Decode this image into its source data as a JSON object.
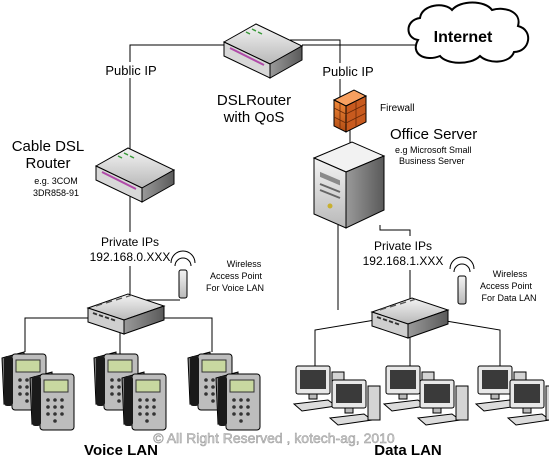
{
  "labels": {
    "internet": "Internet",
    "dslrouter_line1": "DSLRouter",
    "dslrouter_line2": "with QoS",
    "public_ip_left": "Public IP",
    "public_ip_right": "Public IP",
    "firewall": "Firewall",
    "office_server": "Office Server",
    "office_server_sub1": "e.g Microsoft Small",
    "office_server_sub2": "Business Server",
    "cable_dsl_line1": "Cable DSL",
    "cable_dsl_line2": "Router",
    "cable_dsl_sub1": "e.g. 3COM",
    "cable_dsl_sub2": "3DR858-91",
    "private_ips_left": "Private IPs",
    "private_ips_left_subnet": "192.168.0.XXX",
    "private_ips_right": "Private IPs",
    "private_ips_right_subnet": "192.168.1.XXX",
    "wap_voice_1": "Wireless",
    "wap_voice_2": "Access Point",
    "wap_voice_3": "For Voice LAN",
    "wap_data_1": "Wireless",
    "wap_data_2": "Access Point",
    "wap_data_3": "For Data LAN",
    "voice_lan": "Voice LAN",
    "data_lan": "Data LAN",
    "watermark": "© All Right Reserved , kotech-ag, 2010"
  },
  "icons": {
    "cloud": "cloud-icon",
    "router": "router-icon",
    "firewall": "firewall-icon",
    "server": "server-icon",
    "switch": "switch-icon",
    "access_point": "access-point-icon",
    "ip_phone": "ip-phone-icon",
    "computer": "computer-icon"
  },
  "colors": {
    "device_body": "#e8e8e8",
    "device_shadow": "#8a8a8a",
    "phone_body": "#9a9a9a",
    "phone_screen": "#c8d8a0",
    "router_stripe": "#b04aa8",
    "firewall_brick": "#e0702a",
    "watermark": "#d0d0d0"
  }
}
